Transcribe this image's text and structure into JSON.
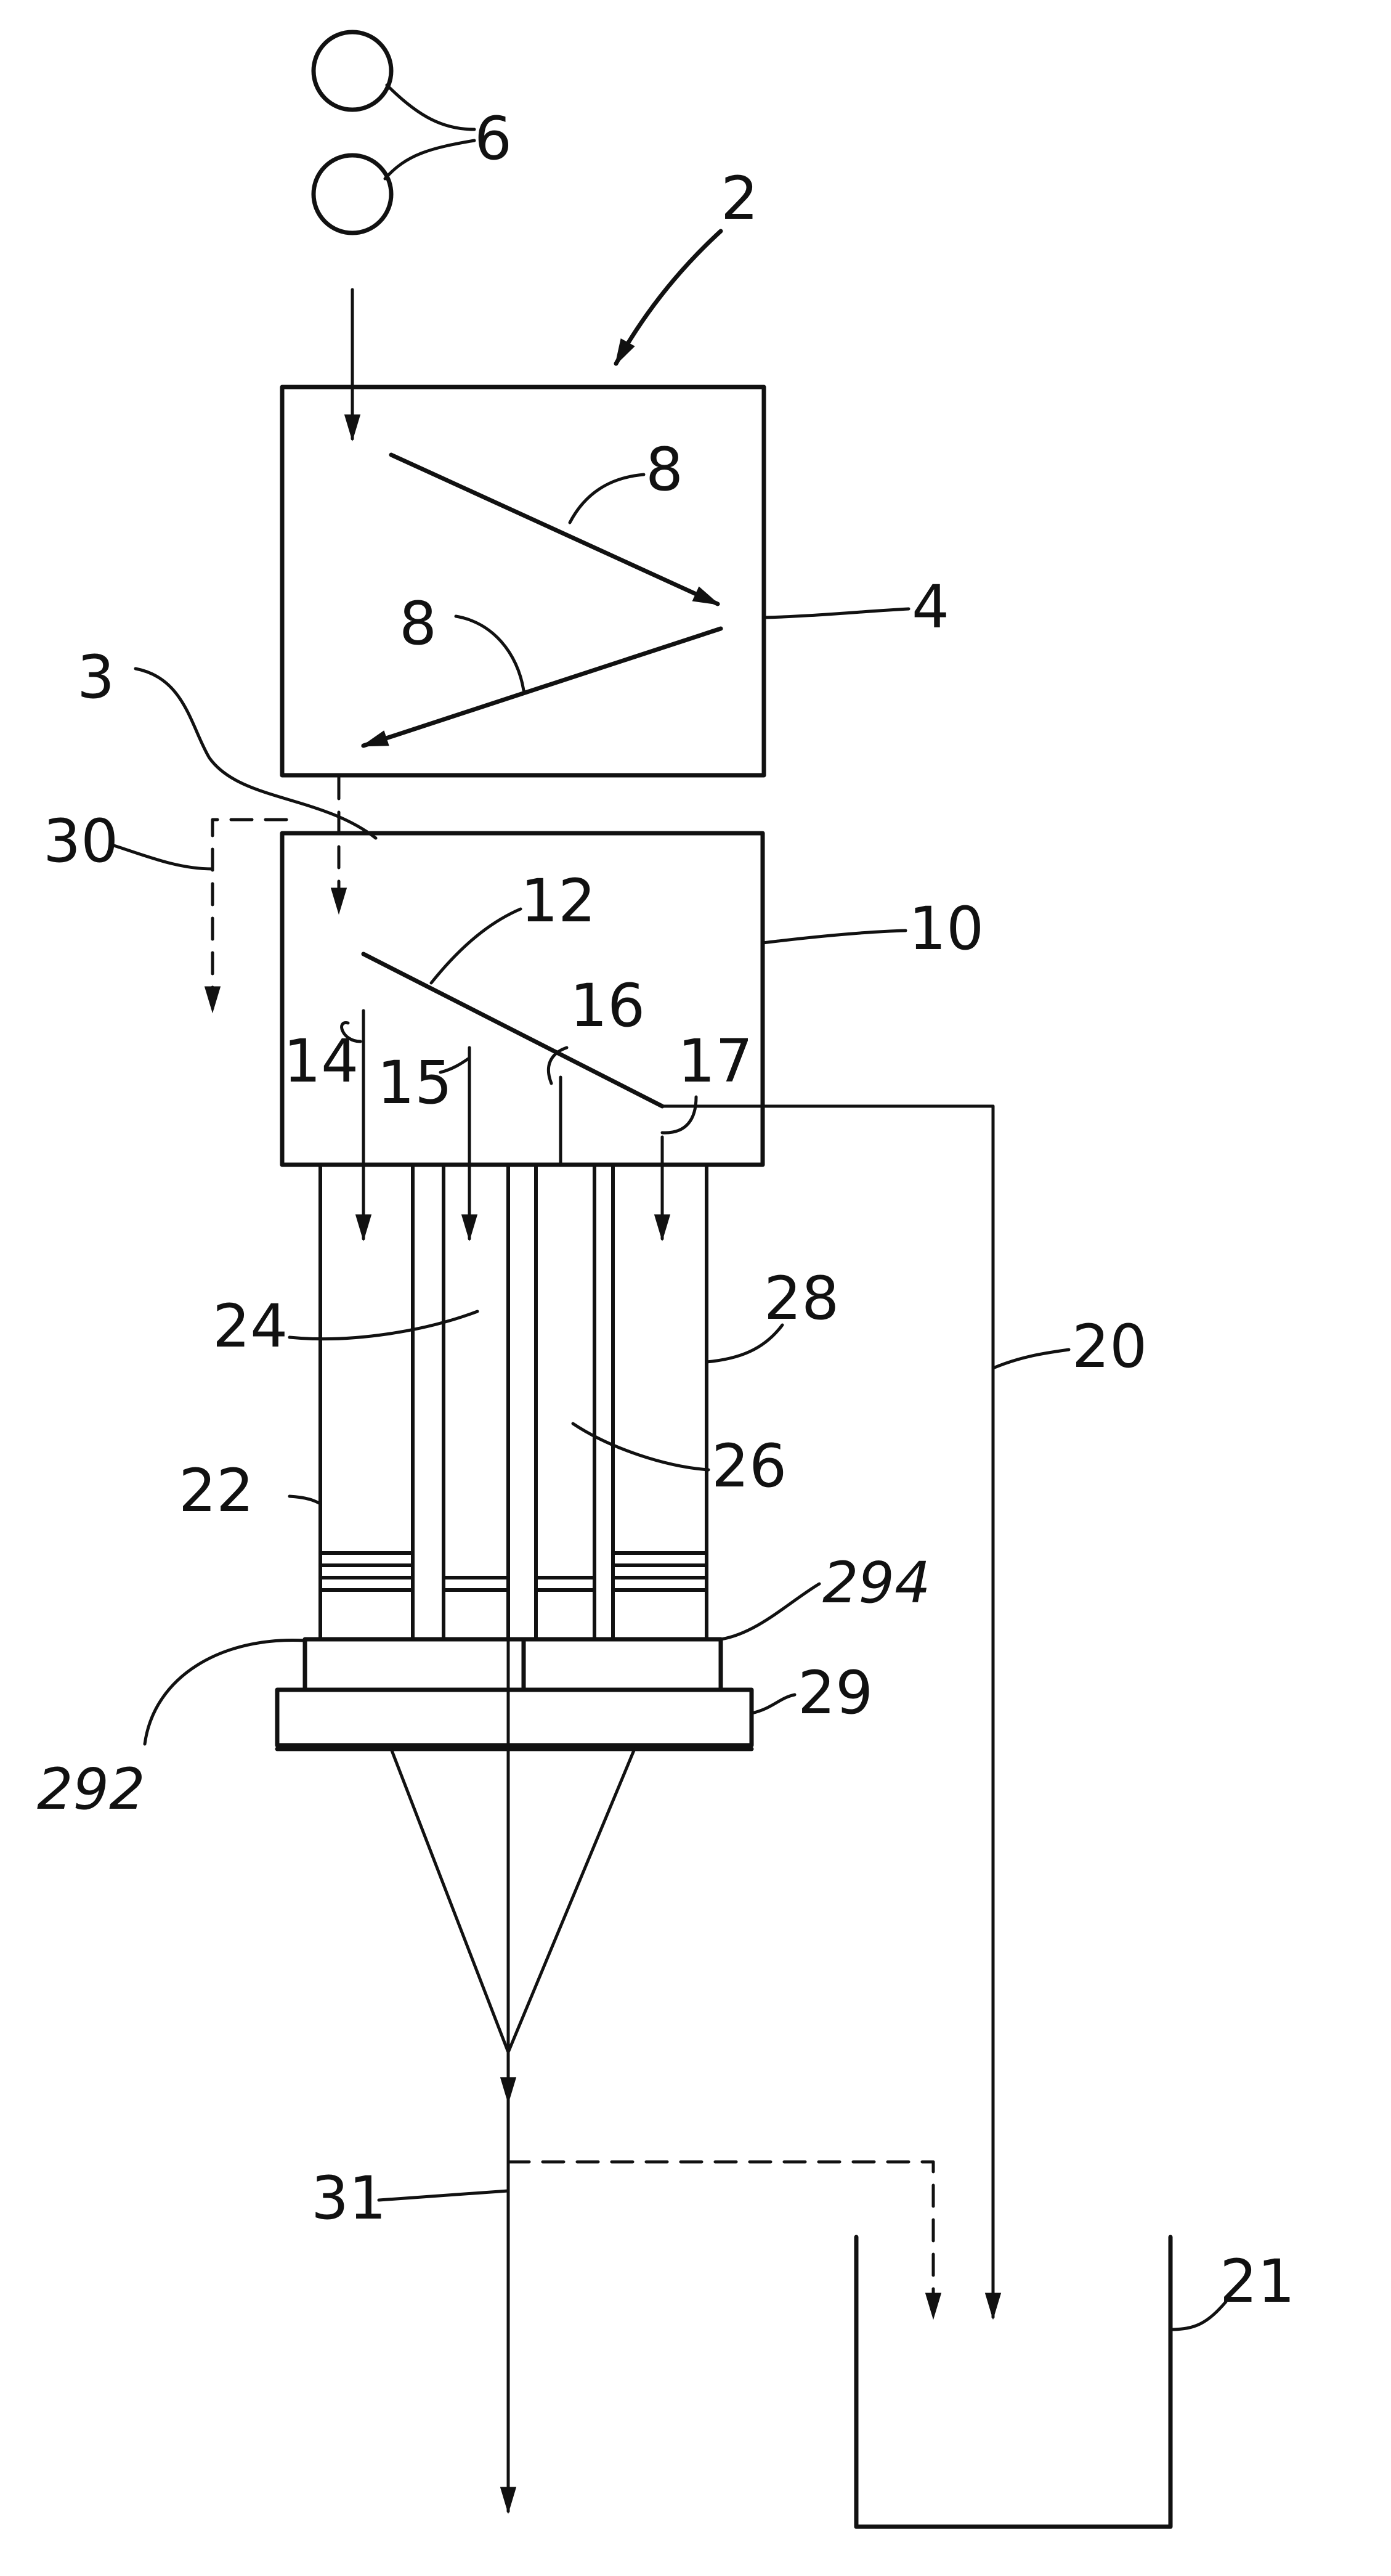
{
  "labels": {
    "l2": "2",
    "l3": "3",
    "l4": "4",
    "l6": "6",
    "l8a": "8",
    "l8b": "8",
    "l10": "10",
    "l12": "12",
    "l14": "14",
    "l15": "15",
    "l16": "16",
    "l17": "17",
    "l20": "20",
    "l21": "21",
    "l22": "22",
    "l24": "24",
    "l26": "26",
    "l28": "28",
    "l29": "29",
    "l30": "30",
    "l31": "31",
    "l292": "292",
    "l294": "294"
  }
}
